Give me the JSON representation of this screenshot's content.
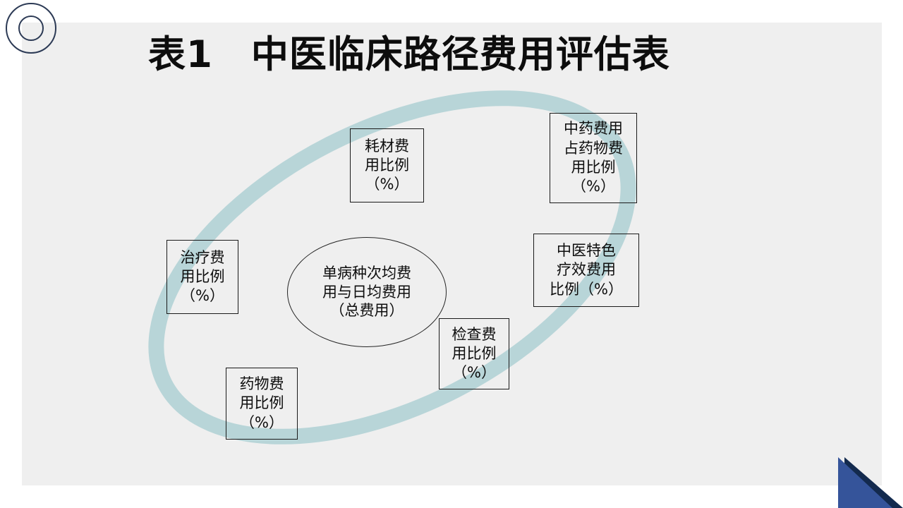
{
  "slide": {
    "title": "表1　中医临床路径费用评估表",
    "background_color": "#ffffff",
    "panel_color": "#efefef"
  },
  "decor": {
    "rings_color": "#2c3a55",
    "corner_blue": "#35549a",
    "corner_navy": "#132a4e",
    "ribbon_color": "#b8d5d8",
    "rings_label": "concentric-rings",
    "corner_label": "corner-triangles"
  },
  "diagram": {
    "center": {
      "lines": [
        "单病种次均费",
        "用与日均费用",
        "（总费用）"
      ],
      "text": "单病种次均费用与日均费用（总费用）"
    },
    "nodes": [
      {
        "id": "haocai",
        "text": "耗材费用比例（%）",
        "lines": [
          "耗材费",
          "用比例",
          "（%）"
        ]
      },
      {
        "id": "zhongyao",
        "text": "中药费用占药物费用比例（%）",
        "lines": [
          "中药费用",
          "占药物费",
          "用比例",
          "（%）"
        ]
      },
      {
        "id": "tese",
        "text": "中医特色疗效费用比例（%）",
        "lines": [
          "中医特色",
          "疗效费用",
          "比例（%）"
        ]
      },
      {
        "id": "zhiliao",
        "text": "治疗费用比例（%）",
        "lines": [
          "治疗费",
          "用比例",
          "（%）"
        ]
      },
      {
        "id": "yaowu",
        "text": "药物费用比例（%）",
        "lines": [
          "药物费",
          "用比例",
          "（%）"
        ]
      },
      {
        "id": "jiancha",
        "text": "检查费用比例（%）",
        "lines": [
          "检查费",
          "用比例",
          "（%）"
        ]
      }
    ]
  },
  "labels": {
    "center_block": "单病种次均费\n用与日均费用\n（总费用）",
    "haocai_block": "耗材费\n用比例\n（%）",
    "zhongyao_block": "中药费用\n占药物费\n用比例\n（%）",
    "tese_block": "中医特色\n疗效费用\n比例（%）",
    "zhiliao_block": "治疗费\n用比例\n（%）",
    "yaowu_block": "药物费\n用比例\n（%）",
    "jiancha_block": "检查费\n用比例\n（%）"
  }
}
